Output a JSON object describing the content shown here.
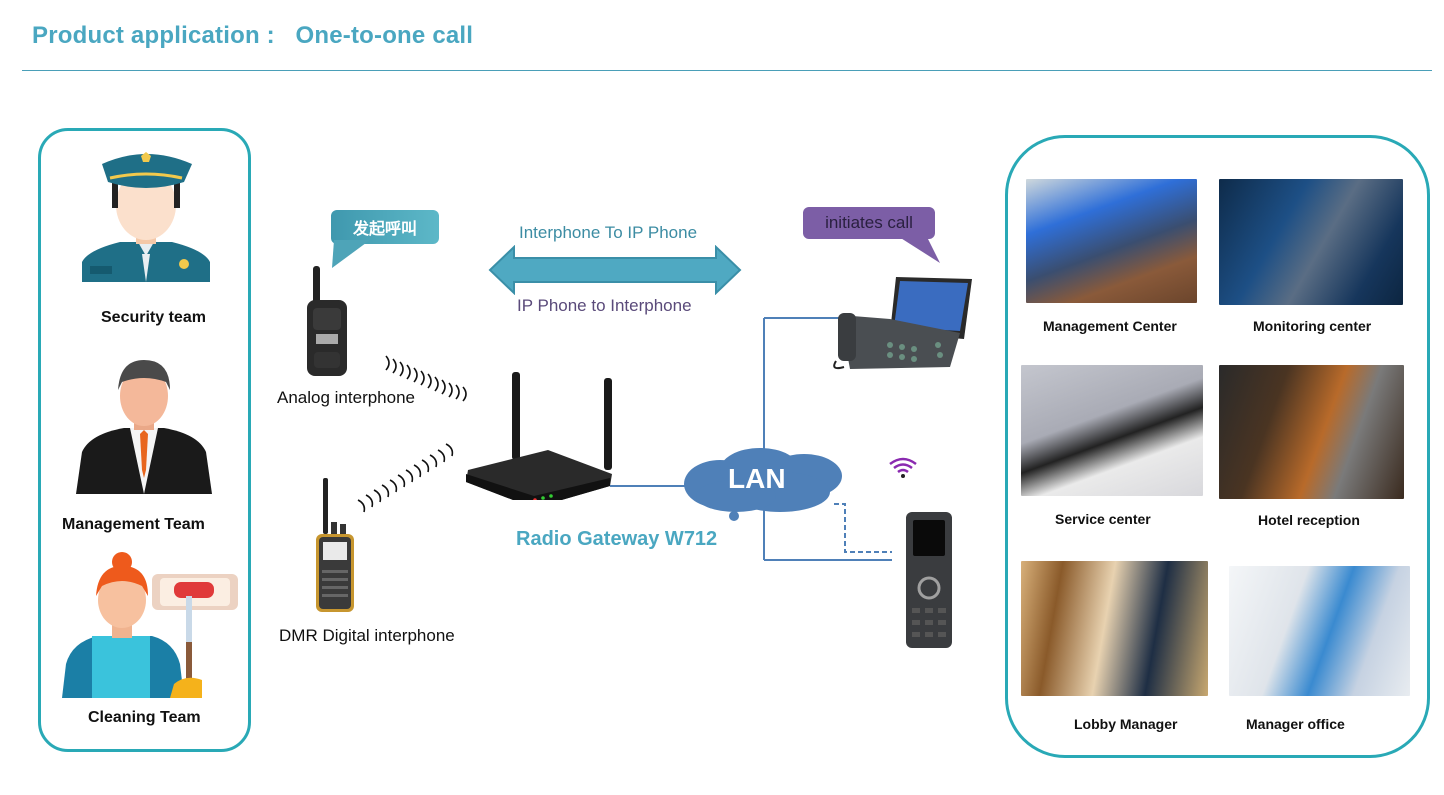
{
  "header": {
    "title": "Product application :   One-to-one call"
  },
  "left_panel": {
    "teams": [
      {
        "label": "Security team",
        "icon": "security-guard-icon"
      },
      {
        "label": "Management Team",
        "icon": "manager-icon"
      },
      {
        "label": "Cleaning Team",
        "icon": "cleaner-icon"
      }
    ]
  },
  "center": {
    "bubble_left": "发起呼叫",
    "bubble_right": "initiates call",
    "arrow_top_label": "Interphone To IP Phone",
    "arrow_bottom_label": "IP Phone to Interphone",
    "analog_label": "Analog interphone",
    "dmr_label": "DMR Digital interphone",
    "gateway_label": "Radio Gateway W712",
    "lan_label": "LAN"
  },
  "right_panel": {
    "locations": [
      {
        "label": "Management Center"
      },
      {
        "label": "Monitoring center"
      },
      {
        "label": "Service center"
      },
      {
        "label": "Hotel reception"
      },
      {
        "label": "Lobby Manager"
      },
      {
        "label": "Manager office"
      }
    ]
  },
  "colors": {
    "accent_teal": "#4aa7c1",
    "panel_border": "#29a9b6",
    "bubble_purple": "#7c5ea6",
    "lan_cloud": "#4f80b8",
    "arrow": "#4fa9c2"
  }
}
